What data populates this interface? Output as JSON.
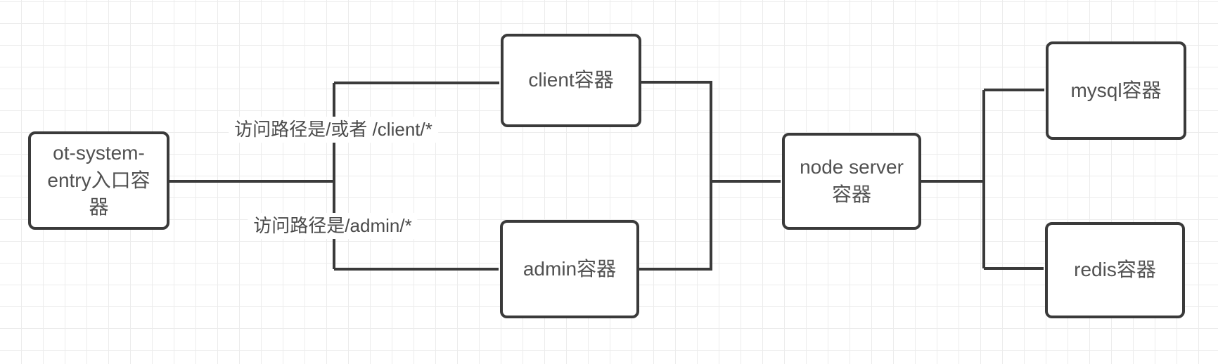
{
  "diagram": {
    "type": "flowchart",
    "nodes": [
      {
        "id": "entry",
        "label": "ot-system-entry入口容器"
      },
      {
        "id": "client",
        "label": "client容器"
      },
      {
        "id": "admin",
        "label": "admin容器"
      },
      {
        "id": "node_server",
        "label": "node server 容器"
      },
      {
        "id": "mysql",
        "label": "mysql容器"
      },
      {
        "id": "redis",
        "label": "redis容器"
      }
    ],
    "edges": [
      {
        "from": "entry",
        "to": "client",
        "label": "访问路径是/或者 /client/*"
      },
      {
        "from": "entry",
        "to": "admin",
        "label": "访问路径是/admin/*"
      },
      {
        "from": "client",
        "to": "node_server"
      },
      {
        "from": "admin",
        "to": "node_server"
      },
      {
        "from": "node_server",
        "to": "mysql"
      },
      {
        "from": "node_server",
        "to": "redis"
      }
    ]
  },
  "colors": {
    "stroke": "#3a3a3a",
    "node-fill": "#ffffff",
    "node-text": "#515151",
    "label-text": "#4a4a4a",
    "grid-line": "#ececec",
    "canvas-bg": "#ffffff"
  }
}
